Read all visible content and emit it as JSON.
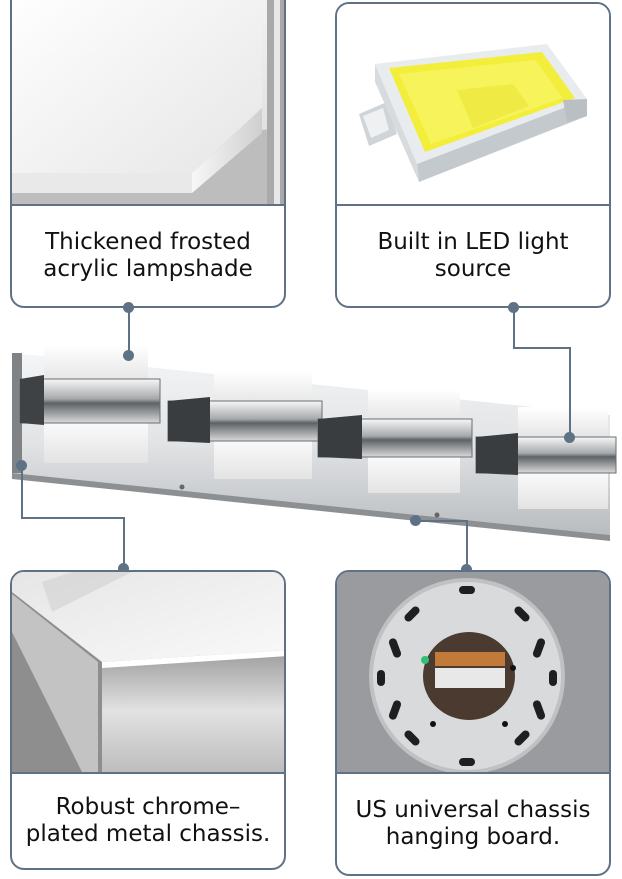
{
  "features": {
    "lampshade": {
      "caption": "Thickened frosted\nacrylic lampshade",
      "icon": "frosted-acrylic-block-icon"
    },
    "led": {
      "caption": "Built in LED light\nsource",
      "icon": "led-chip-icon"
    },
    "chassis": {
      "caption": "Robust chrome–\nplated metal chassis.",
      "icon": "chrome-corner-icon"
    },
    "hanging": {
      "caption": "US universal chassis\nhanging board.",
      "icon": "mounting-plate-icon"
    }
  },
  "colors": {
    "border": "#5f7285",
    "led_yellow": "#f2ee3a",
    "chrome": "#c8ccd0"
  }
}
